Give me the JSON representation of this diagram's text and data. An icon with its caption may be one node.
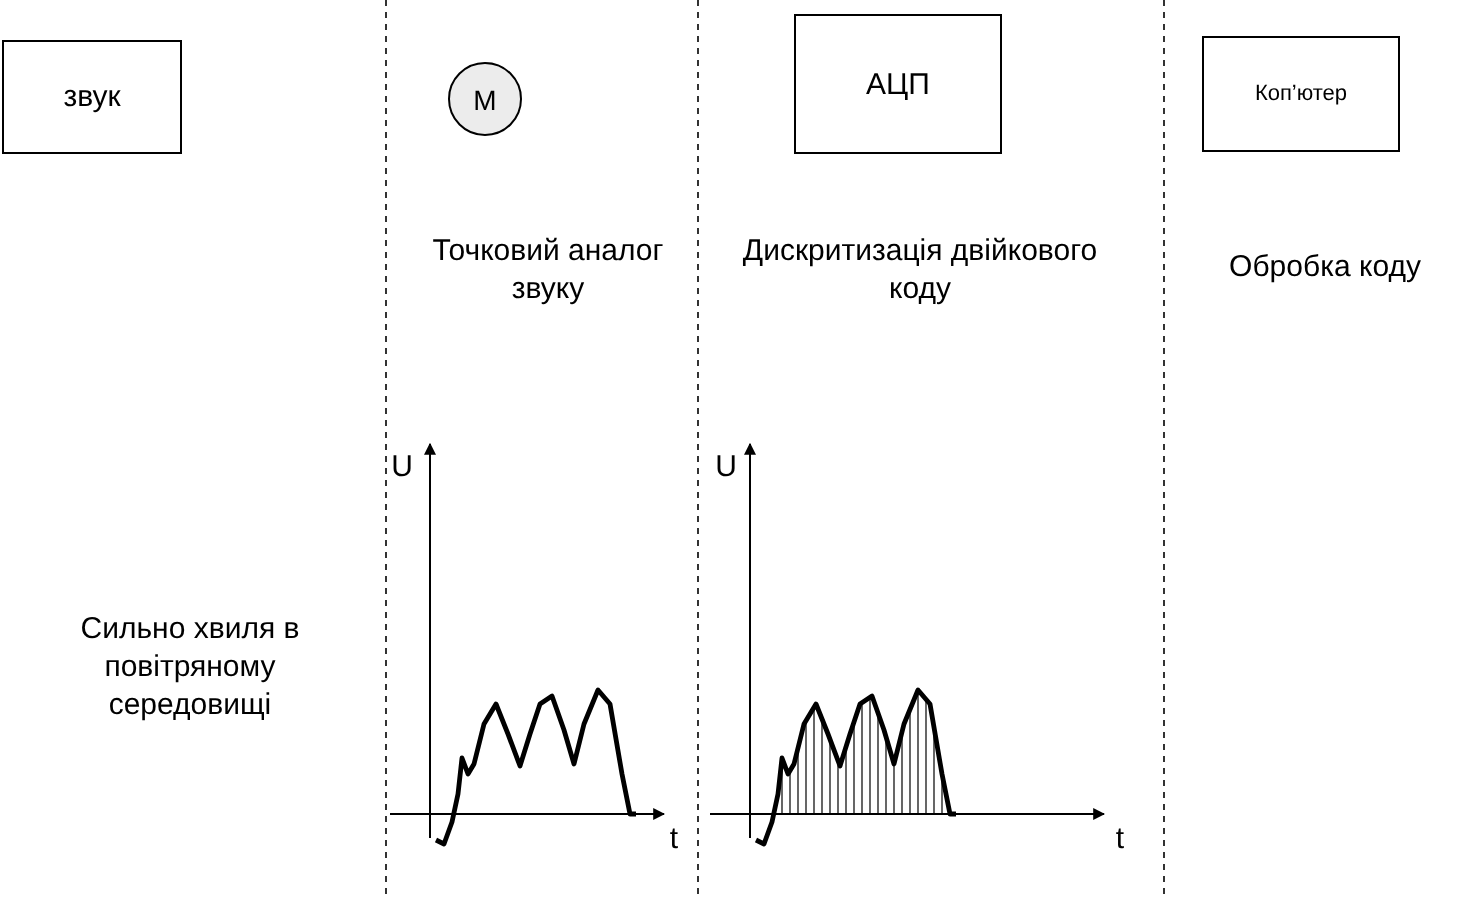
{
  "diagram": {
    "nodes": [
      {
        "text": [
          "звук"
        ]
      },
      {
        "text": [
          "М"
        ]
      },
      {
        "text": [
          "АЦП"
        ]
      },
      {
        "text": [
          "Коп’ютер"
        ]
      }
    ],
    "edges": [],
    "labels": [
      "Точковий аналог звуку",
      "Дискритизація двійкового коду",
      "Обробка коду",
      "U",
      "U",
      "Сильно хвиля в повітряному середовищі",
      "t",
      "t"
    ]
  }
}
